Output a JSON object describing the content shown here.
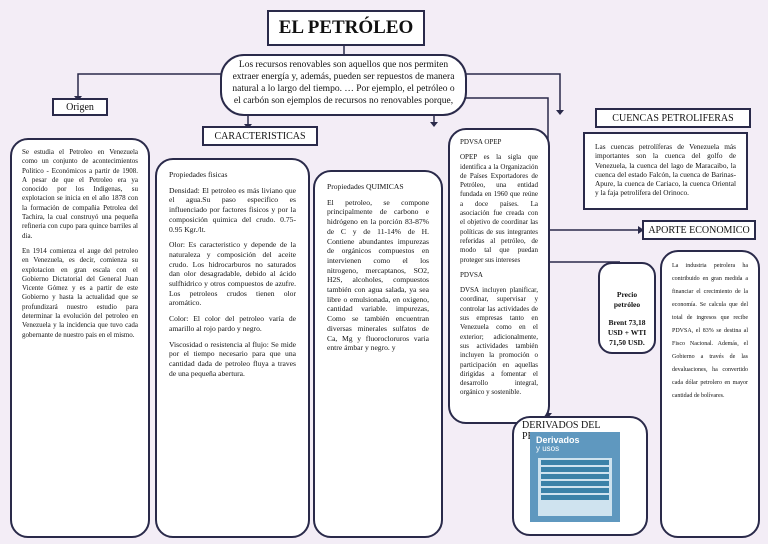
{
  "title": "EL PETRÓLEO",
  "intro": "Los recursos renovables son aquellos que nos permiten extraer energía y, además, pueden ser repuestos de manera natural a lo largo del tiempo. … Por ejemplo, el petróleo o el  carbón son ejemplos de recursos no renovables porque,",
  "origen": {
    "label": "Origen",
    "p1": "Se estudia el Petroleo en Venezuela como un conjunto de acontecimientos Politico - Económicos a partir de 1908. A pesar de que el Petroleo era ya conocido por los Indigenas, su explotacion se inicia en el año 1878 con la formación de compañia Petrolea del Tachira, la cual construyó una pequeña refineria con cupo para quince barriles al dia.",
    "p2": "En 1914 comienza el auge del petroleo en Venezuela, es decir, comienza su explotacion en gran escala con el Gobierno Dictatorial del General Juan Vicente Gómez y es a partir de este Gobierno y hasta la actualidad que se profundizará nuestro estudio para determinar la evolución del petroleo en Venezuela y la incidencia que tuvo cada gobernante de nuestro pais en el mismo."
  },
  "caracteristicas": {
    "label": "CARACTERISTICAS",
    "fisicas_title": "Propiedades fisicas",
    "fisicas": [
      "Densidad: El petroleo es más liviano  que el agua.Su paso especifico es influenciado por factores fisicos y por  la composición quimica del crudo.  0.75-0.95 Kgr./lt.",
      "Olor: Es caracteristico y depende de  la naturaleza y composición del aceite crudo. Los hidrocarburos no  saturados dan olor desagradable,  debido al ácido sulfhidrico y otros  compuestos de azufre. Los petroleos  crudos tienen olor aromático.",
      "Color: El color del petroleo varía de amarillo al rojo pardo y negro.",
      "Viscosidad o resistencia al flujo: Se mide por el tiempo necesario para  que una cantidad dada de petroleo  fluya a traves de una pequeña abertura."
    ],
    "quimicas_title": "Propiedades QUIMICAS",
    "quimicas": "El petroleo, se compone principalmente de carbono e hidrógeno en la porción 83-87% de C y de 11-14% de H. Contiene abundantes impurezas de orgánicos compuestos en intervienen como el los nitrogeno, mercaptanos, SO2, H2S, alcoholes, compuestos también con agua salada, ya sea libre o emulsionada, en oxigeno, cantidad variable. impurezas, Como se también encuentran diversas minerales sulfatos de Ca, Mg y fluorocloruros varia entre ámbar y negro. y"
  },
  "pdvsa": {
    "h1": "PDVSA OPEP",
    "opep": "OPEP es la sigla que identifica a la Organización de Países Exportadores de Petróleo, una entidad fundada en 1960 que reúne a doce países. La asociación fue creada con el objetivo de coordinar las políticas de sus integrantes referidas al petróleo, de modo tal que puedan proteger sus intereses",
    "h2": "PDVSA",
    "dvsa": "DVSA incluyen planificar, coordinar, supervisar y controlar las actividades  de sus empresas tanto en Venezuela como en el exterior; adicionalmente, sus actividades también incluyen la promoción o participación en aquellas dirigidas a fomentar el desarrollo integral, orgánico y sostenible."
  },
  "cuencas": {
    "label": "CUENCAS PETROLIFERAS",
    "text": "Las cuencas petrolíferas de Venezuela  más importantes son la cuenca del golfo  de Venezuela, la cuenca del lago de  Maracaibo, la cuenca del estado Falcón,  la cuenca de Barinas-Apure, la cuenca de  Cariaco, la cuenca Oriental y la faja  petrolífera del Orinoco."
  },
  "aporte": {
    "label": "APORTE ECONOMICO",
    "text": "La industria petrolera ha contribuido en gran medida a financiar el crecimiento de la economía. Se calcula que del total de ingresos que recibe PDVSA, el 83% se destina al Fisco Nacional. Además, el Gobierno a través de las devaluaciones, ha convertido cada dólar petrolero en mayor cantidad de bolívares."
  },
  "precio": {
    "title": "Precio petróleo",
    "value": "Brent 73,18 USD + WTI 71,50 USD."
  },
  "derivados": {
    "label": "DERIVADOS DEL PETROLEO",
    "img_title": "Derivados",
    "img_sub": "y usos"
  }
}
